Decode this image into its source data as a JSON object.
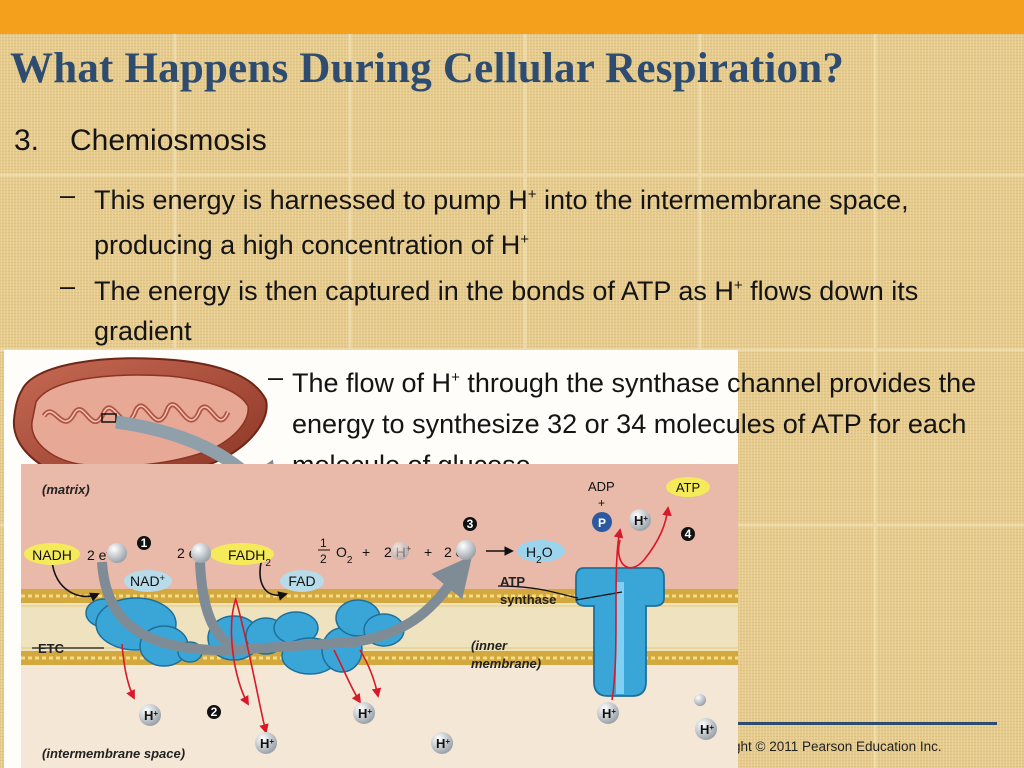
{
  "title": "What Happens During Cellular Respiration?",
  "points": {
    "p1_number": "3.",
    "p1_text": "Chemiosmosis",
    "dash": "–",
    "p2_a": "This energy is harnessed to pump H",
    "p2_b": " into the intermembrane space, producing a high concentration of H",
    "p3_a": "The energy is then captured in the bonds of ATP as H",
    "p3_b": " flows down its gradient",
    "p4_a": "The flow of H",
    "p4_b": " through the synthase channel provides the energy to synthesize 32 or 34 molecules of ATP for each molecule of glucose",
    "plus_sup": "+"
  },
  "diagram": {
    "matrix": "(matrix)",
    "intermembrane_space": "(intermembrane space)",
    "inner_membrane_1": "(inner",
    "inner_membrane_2": "membrane)",
    "etc": "ETC",
    "nadh": "NADH",
    "two_e": "2 e",
    "minus": "–",
    "nad": "NAD",
    "plus": "+",
    "fadh2": "FADH",
    "sub2": "2",
    "fad": "FAD",
    "half_num": "1",
    "half_den": "2",
    "o2": "O",
    "plus_sign": "+",
    "two_h": "2 H",
    "h": "H",
    "h2o_h": "H",
    "h2o_o": "O",
    "atp_synthase_1": "ATP",
    "atp_synthase_2": "synthase",
    "adp": "ADP",
    "p": "P",
    "atp": "ATP",
    "step1": "1",
    "step2": "2",
    "step3": "3",
    "step4": "4"
  },
  "copyright": "ght © 2011 Pearson Education Inc.",
  "colors": {
    "title": "#2d4c70",
    "accent_bar": "#f5a01c",
    "matrix_bg": "#e9b9aa",
    "ims_bg": "#f4e7d6",
    "protein": "#3aa6d8",
    "nadh_badge": "#f4ea5a",
    "arrow_red": "#d8192a"
  }
}
